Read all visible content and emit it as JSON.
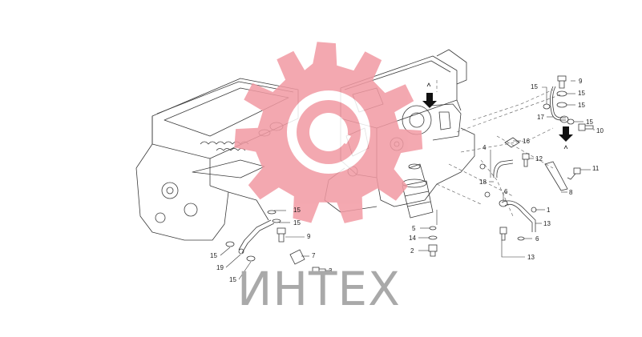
{
  "watermark": {
    "brand_text": "ИНТЕХ",
    "gear_color": "#f29aa3",
    "text_color": "#a9a9a9"
  },
  "diagram": {
    "line_color": "#3a3a3a",
    "leader_color": "#333333",
    "callouts": {
      "c1": "1",
      "c2": "2",
      "c3": "3",
      "c4": "4",
      "c5": "5",
      "c6a": "6",
      "c6b": "6",
      "c7": "7",
      "c8": "8",
      "c9a": "9",
      "c9b": "9",
      "c10": "10",
      "c11": "11",
      "c12": "12",
      "c13a": "13",
      "c13b": "13",
      "c14": "14",
      "c15a": "15",
      "c15b": "15",
      "c15c": "15",
      "c15d": "15",
      "c15e": "15",
      "c15f": "15",
      "c15g": "15",
      "c15h": "15",
      "c16": "16",
      "c17": "17",
      "c18": "18",
      "c19": "19"
    }
  }
}
